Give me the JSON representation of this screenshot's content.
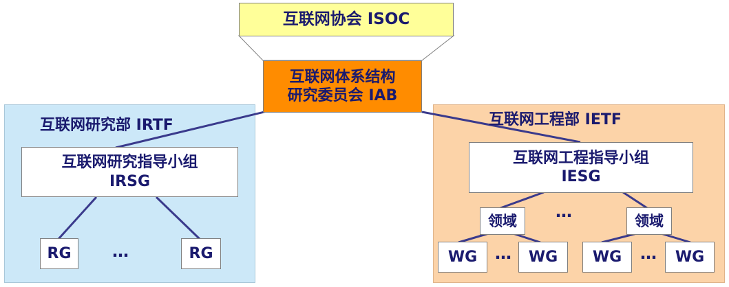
{
  "isoc": {
    "label": "互联网协会 ISOC"
  },
  "iab": {
    "line1": "互联网体系结构",
    "line2": "研究委员会 IAB"
  },
  "irtf": {
    "title": "互联网研究部 IRTF",
    "irsg": {
      "line1": "互联网研究指导小组",
      "line2": "IRSG"
    },
    "rg_left": "RG",
    "rg_right": "RG",
    "ellipsis": "…"
  },
  "ietf": {
    "title": "互联网工程部 IETF",
    "iesg": {
      "line1": "互联网工程指导小组",
      "line2": "IESG"
    },
    "area_left": "领域",
    "area_right": "领域",
    "area_ellipsis": "…",
    "wg_1": "WG",
    "wg_2": "WG",
    "wg_3": "WG",
    "wg_4": "WG",
    "wg_ellipsis_left": "…",
    "wg_ellipsis_right": "…"
  },
  "colors": {
    "isoc_fill": "#ffff99",
    "iab_fill": "#ff8c00",
    "irtf_fill": "#cce8f8",
    "ietf_fill": "#fcd3a8",
    "connector": "#3a3a8c",
    "text": "#1a1a6e"
  }
}
